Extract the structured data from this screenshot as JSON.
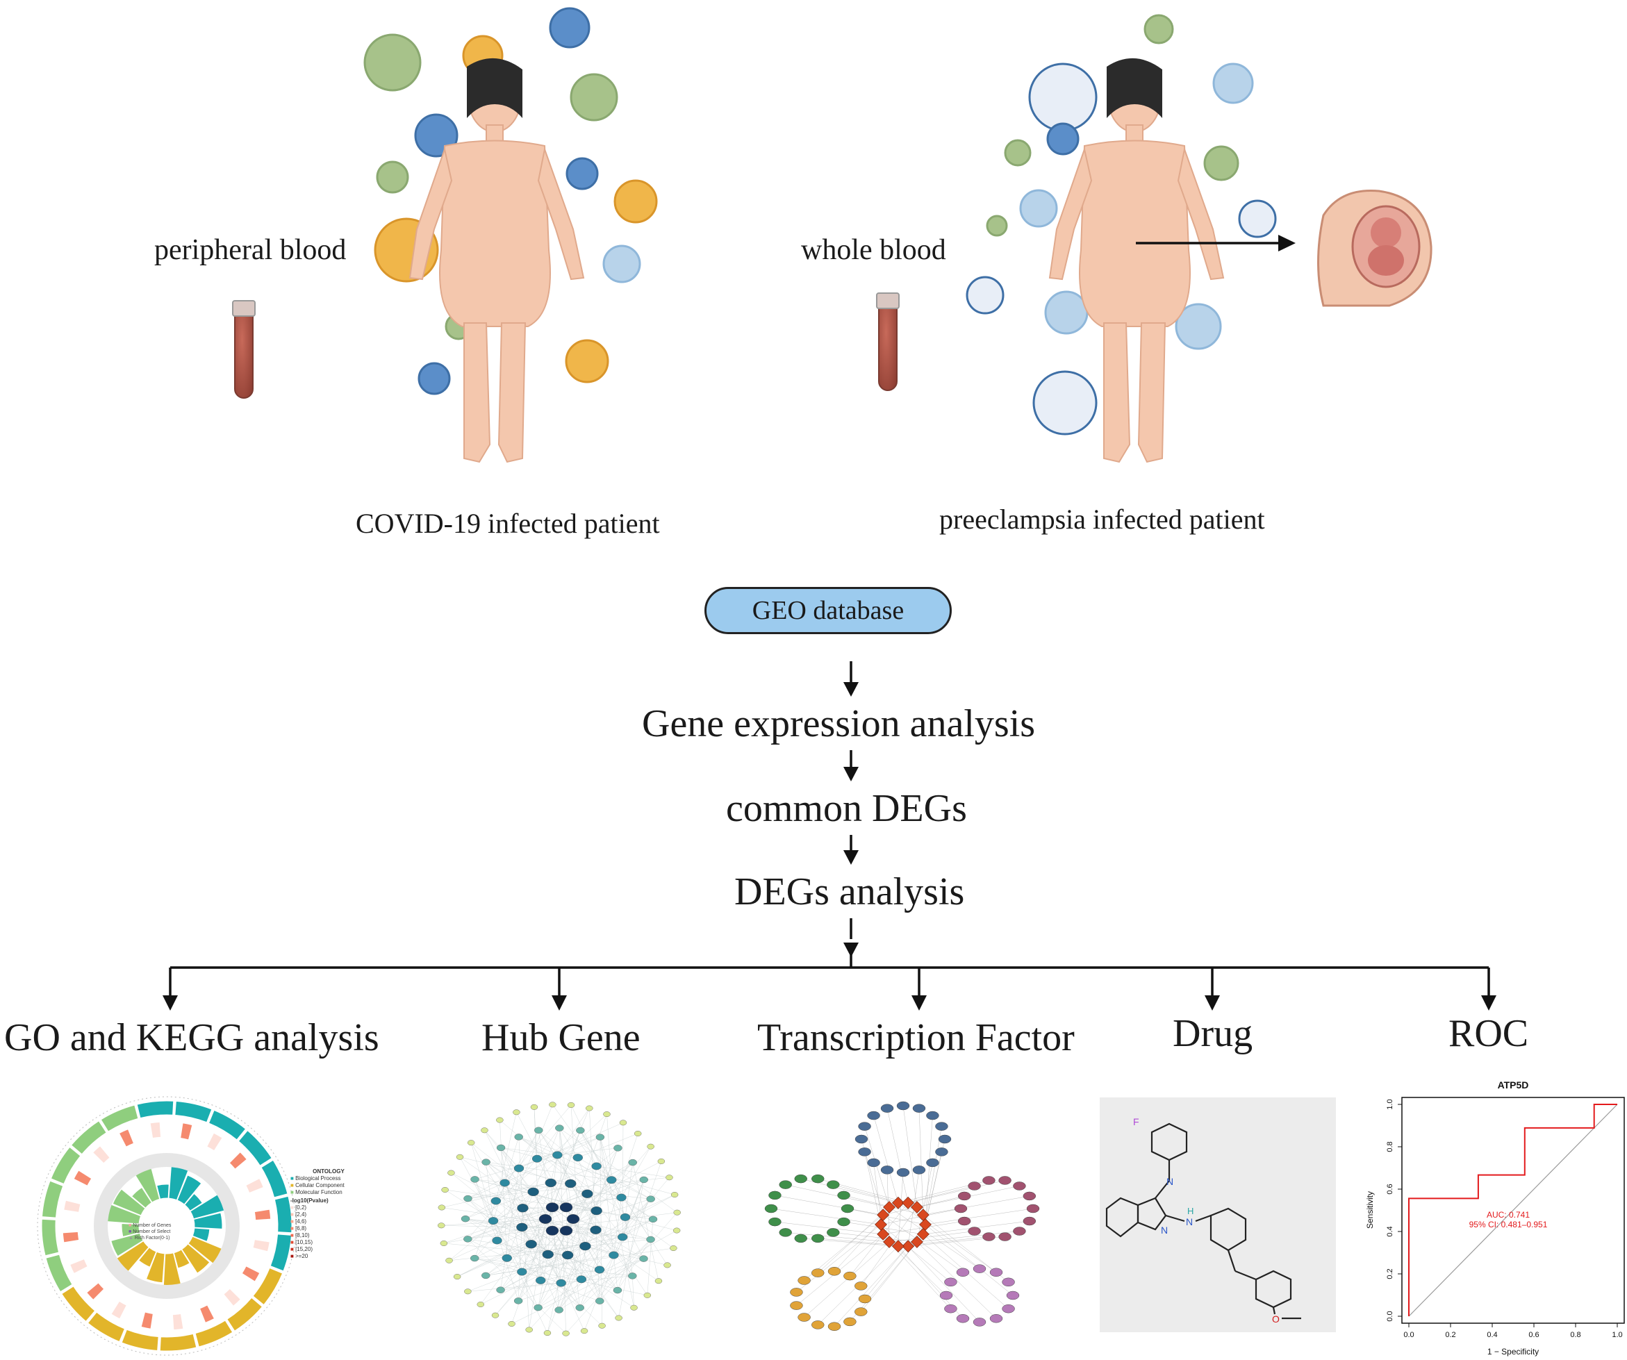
{
  "top": {
    "left_label": "peripheral blood",
    "left_patient": "COVID-19 infected patient",
    "right_label": "whole blood",
    "right_patient": "preeclampsia infected patient"
  },
  "flow": {
    "database": "GEO database",
    "step1": "Gene expression analysis",
    "step2": "common DEGs",
    "step3": "DEGs analysis"
  },
  "branches": [
    {
      "label": "GO and KEGG analysis"
    },
    {
      "label": "Hub Gene"
    },
    {
      "label": "Transcription Factor"
    },
    {
      "label": "Drug"
    },
    {
      "label": "ROC"
    }
  ],
  "go_legend": {
    "title": "ONTOLOGY",
    "items": [
      "Biological Process",
      "Cellular Component",
      "Molecular Function"
    ],
    "scale_title": "-log10(Pvalue)",
    "scale_items": [
      "[0,2)",
      "[2,4)",
      "[4,6)",
      "[6,8)",
      "[8,10)",
      "[10,15)",
      "[15,20)",
      ">=20"
    ],
    "center_items": [
      "Number of Genes",
      "Number of Select",
      "Rich Factor(0-1)"
    ],
    "colors": {
      "bp": "#8fce7e",
      "cc": "#e2b52a",
      "mf": "#1aaeb0"
    }
  },
  "drug": {
    "atom_f": "F",
    "atom_n1": "N",
    "atom_n2": "N",
    "atom_h": "H",
    "atom_n3": "N",
    "atom_o": "O"
  },
  "roc": {
    "title": "ATP5D",
    "auc": "AUC: 0.741",
    "ci": "95% CI: 0.481–0.951",
    "xlabel": "1 − Specificity",
    "ylabel": "Sensitivity",
    "ticks": [
      "0.0",
      "0.2",
      "0.4",
      "0.6",
      "0.8",
      "1.0"
    ],
    "color": "#e31a1c",
    "curve": [
      [
        0.0,
        0.0
      ],
      [
        0.0,
        0.556
      ],
      [
        0.333,
        0.556
      ],
      [
        0.333,
        0.667
      ],
      [
        0.556,
        0.667
      ],
      [
        0.556,
        0.889
      ],
      [
        0.889,
        0.889
      ],
      [
        0.889,
        1.0
      ],
      [
        1.0,
        1.0
      ]
    ]
  }
}
